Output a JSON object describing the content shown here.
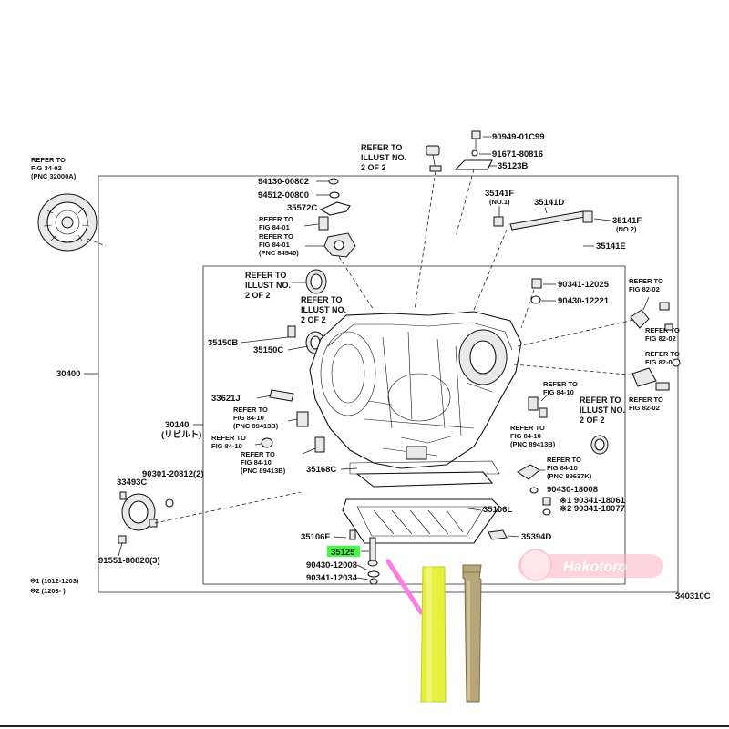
{
  "frame_code": "340310C",
  "assembly_number": "30400",
  "watermark": "Hakotoro",
  "refer_blocks": [
    {
      "id": "torque-conv",
      "lines": [
        "REFER TO",
        "FIG 34-02",
        "(PNC 32000A)"
      ]
    },
    {
      "id": "top-illust",
      "lines": [
        "REFER TO",
        "ILLUST NO.",
        "2 OF 2"
      ]
    },
    {
      "id": "fig-84-01a",
      "lines": [
        "REFER TO",
        "FIG 84-01"
      ]
    },
    {
      "id": "fig-84-01b",
      "lines": [
        "REFER TO",
        "FIG 84-01",
        "(PNC 84540)"
      ]
    },
    {
      "id": "illust-left1",
      "lines": [
        "REFER TO",
        "ILLUST NO.",
        "2 OF 2"
      ]
    },
    {
      "id": "illust-left2",
      "lines": [
        "REFER TO",
        "ILLUST NO.",
        "2 OF 2"
      ]
    },
    {
      "id": "fig-84-10a",
      "lines": [
        "REFER TO",
        "FIG 84-10",
        "(PNC 89413B)"
      ]
    },
    {
      "id": "fig-84-10b",
      "lines": [
        "REFER TO",
        "FIG 84-10"
      ]
    },
    {
      "id": "fig-84-10c",
      "lines": [
        "REFER TO",
        "FIG 84-10",
        "(PNC 89413B)"
      ]
    },
    {
      "id": "fig-82-02a",
      "lines": [
        "REFER TO",
        "FIG 82-02"
      ]
    },
    {
      "id": "fig-82-02b",
      "lines": [
        "REFER TO",
        "FIG 82-02"
      ]
    },
    {
      "id": "fig-82-02c",
      "lines": [
        "REFER TO",
        "FIG 82-02"
      ]
    },
    {
      "id": "fig-84-10-right",
      "lines": [
        "REFER TO",
        "FIG 84-10"
      ]
    },
    {
      "id": "illust-right",
      "lines": [
        "REFER TO",
        "ILLUST NO.",
        "2 OF 2"
      ]
    },
    {
      "id": "fig-84-10-r2",
      "lines": [
        "REFER TO",
        "FIG 84-10",
        "(PNC 89413B)"
      ]
    },
    {
      "id": "fig-84-10-r3",
      "lines": [
        "REFER TO",
        "FIG 84-10",
        "(PNC 89637K)"
      ]
    }
  ],
  "part_numbers": {
    "p90949": "90949-01C99",
    "p91671": "91671-80816",
    "p35123B": "35123B",
    "p94130": "94130-00802",
    "p94512": "94512-00800",
    "p35572C": "35572C",
    "p35141F_1": "35141F",
    "no1": "(NO.1)",
    "p35141D": "35141D",
    "p35141F_2": "35141F",
    "no2": "(NO.2)",
    "p35141E": "35141E",
    "p90341_12025": "90341-12025",
    "p90430_12221": "90430-12221",
    "p35150B": "35150B",
    "p35150C": "35150C",
    "p33621J": "33621J",
    "p30140": "30140",
    "p30140_note": "(リビルト)",
    "p35168C": "35168C",
    "p90301": "90301-20812(2)",
    "p33493C": "33493C",
    "p91551": "91551-80820(3)",
    "p90430_18008": "90430-18008",
    "p90341_18061": "※1 90341-18061",
    "p90341_18077": "※2 90341-18077",
    "p35106L": "35106L",
    "p35106F": "35106F",
    "p35394D": "35394D",
    "p35125": "35125",
    "p90430_12008": "90430-12008",
    "p90341_12034": "90341-12034"
  },
  "footnotes": [
    "※1 (1012-1203)",
    "※2 (1203-    )"
  ],
  "colors": {
    "highlight": "#3dff3d",
    "pointer": "#ff7de0",
    "yellow_tool": "#e7f03c",
    "brass_tool": "#b9a57a"
  }
}
